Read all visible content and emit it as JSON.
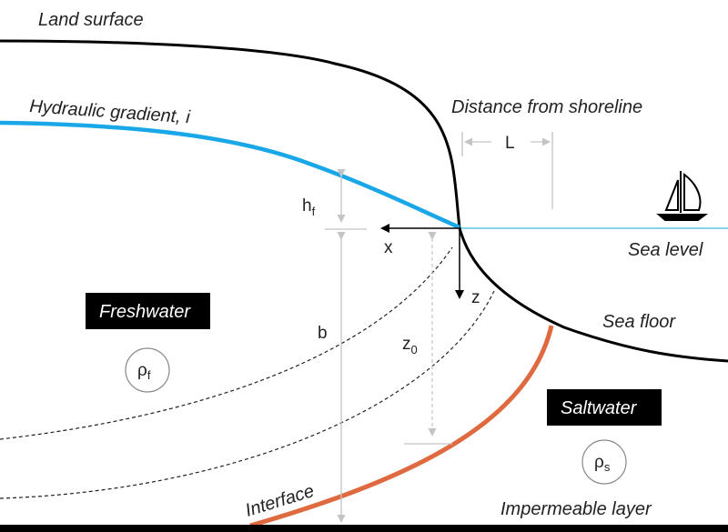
{
  "labels": {
    "land_surface": "Land surface",
    "hydraulic_gradient": "Hydraulic gradient, i",
    "distance_from_shoreline": "Distance from shoreline",
    "L": "L",
    "sea_level": "Sea level",
    "sea_floor": "Sea floor",
    "x_axis": "x",
    "z_axis": "z",
    "h_main": "h",
    "h_sub": "f",
    "b": "b",
    "z0_main": "z",
    "z0_sub": "0",
    "freshwater": "Freshwater",
    "saltwater": "Saltwater",
    "rho_f_main": "ρ",
    "rho_f_sub": "f",
    "rho_s_main": "ρ",
    "rho_s_sub": "s",
    "interface": "Interface",
    "impermeable_layer": "Impermeable layer"
  },
  "colors": {
    "land_line": "#000000",
    "water_table": "#1aa7e8",
    "sea_level_line": "#3cb8e0",
    "interface": "#e06a3f",
    "dim_lines": "#bdbdbd",
    "label_box": "#000000"
  },
  "icons": {
    "sailboat": "sailboat-icon"
  }
}
